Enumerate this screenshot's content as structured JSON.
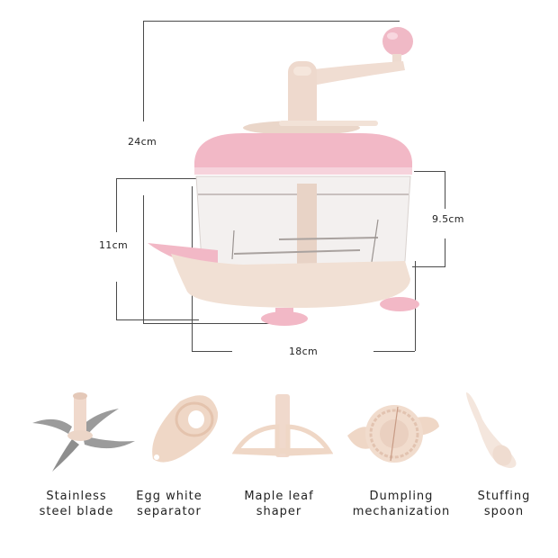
{
  "dimensions": {
    "height_total": "24cm",
    "height_bowl_base": "11cm",
    "height_bowl": "9.5cm",
    "width": "18cm"
  },
  "accessories": [
    {
      "line1": "Stainless",
      "line2": "steel blade"
    },
    {
      "line1": "Egg white",
      "line2": "separator"
    },
    {
      "line1": "Maple leaf",
      "line2": "shaper"
    },
    {
      "line1": "Dumpling",
      "line2": "mechanization"
    },
    {
      "line1": "Stuffing",
      "line2": "spoon"
    }
  ],
  "colors": {
    "pink": "#f2b8c6",
    "beige": "#f1ddd0",
    "steel": "#9a9a9a",
    "line": "#4a4a4a"
  }
}
